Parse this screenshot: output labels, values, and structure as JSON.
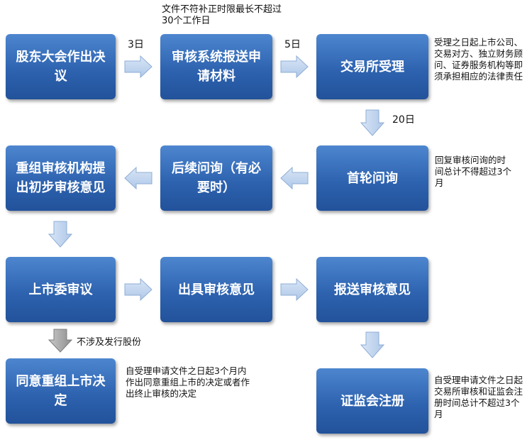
{
  "boxes": {
    "shareholders_resolution": "股东大会作出决议",
    "submit_materials": "审核系统报送申请材料",
    "exchange_acceptance": "交易所受理",
    "first_inquiry": "首轮问询",
    "followup_inquiry": "后续问询（有必要时）",
    "preliminary_opinion": "重组审核机构提出初步审核意见",
    "listing_committee": "上市委审议",
    "issue_opinion": "出具审核意见",
    "submit_opinion": "报送审核意见",
    "approve_restructuring": "同意重组上市决定",
    "csrc_registration": "证监会注册"
  },
  "labels": {
    "days_3": "3日",
    "days_5": "5日",
    "days_20": "20日",
    "no_share_issue": "不涉及发行股份",
    "correction_limit": "文件不符补正时限最长不超过30个工作日"
  },
  "notes": {
    "acceptance_liability": "受理之日起上市公司、交易对方、独立财务顾问、证券服务机构等即须承担相应的法律责任",
    "inquiry_limit": "回复审核问询的时间总计不得超过3个月",
    "decision_limit": "自受理申请文件之日起3个月内作出同意重组上市的决定或者作出终止审核的决定",
    "registration_limit": "自受理申请文件之日起交易所审核和证监会注册时间总计不超过3个月"
  },
  "colors": {
    "box_top": "#4d86cf",
    "box_bottom": "#22529a",
    "arrow_fill": "#c5d8f0",
    "gray_arrow": "#9a9a9a"
  }
}
